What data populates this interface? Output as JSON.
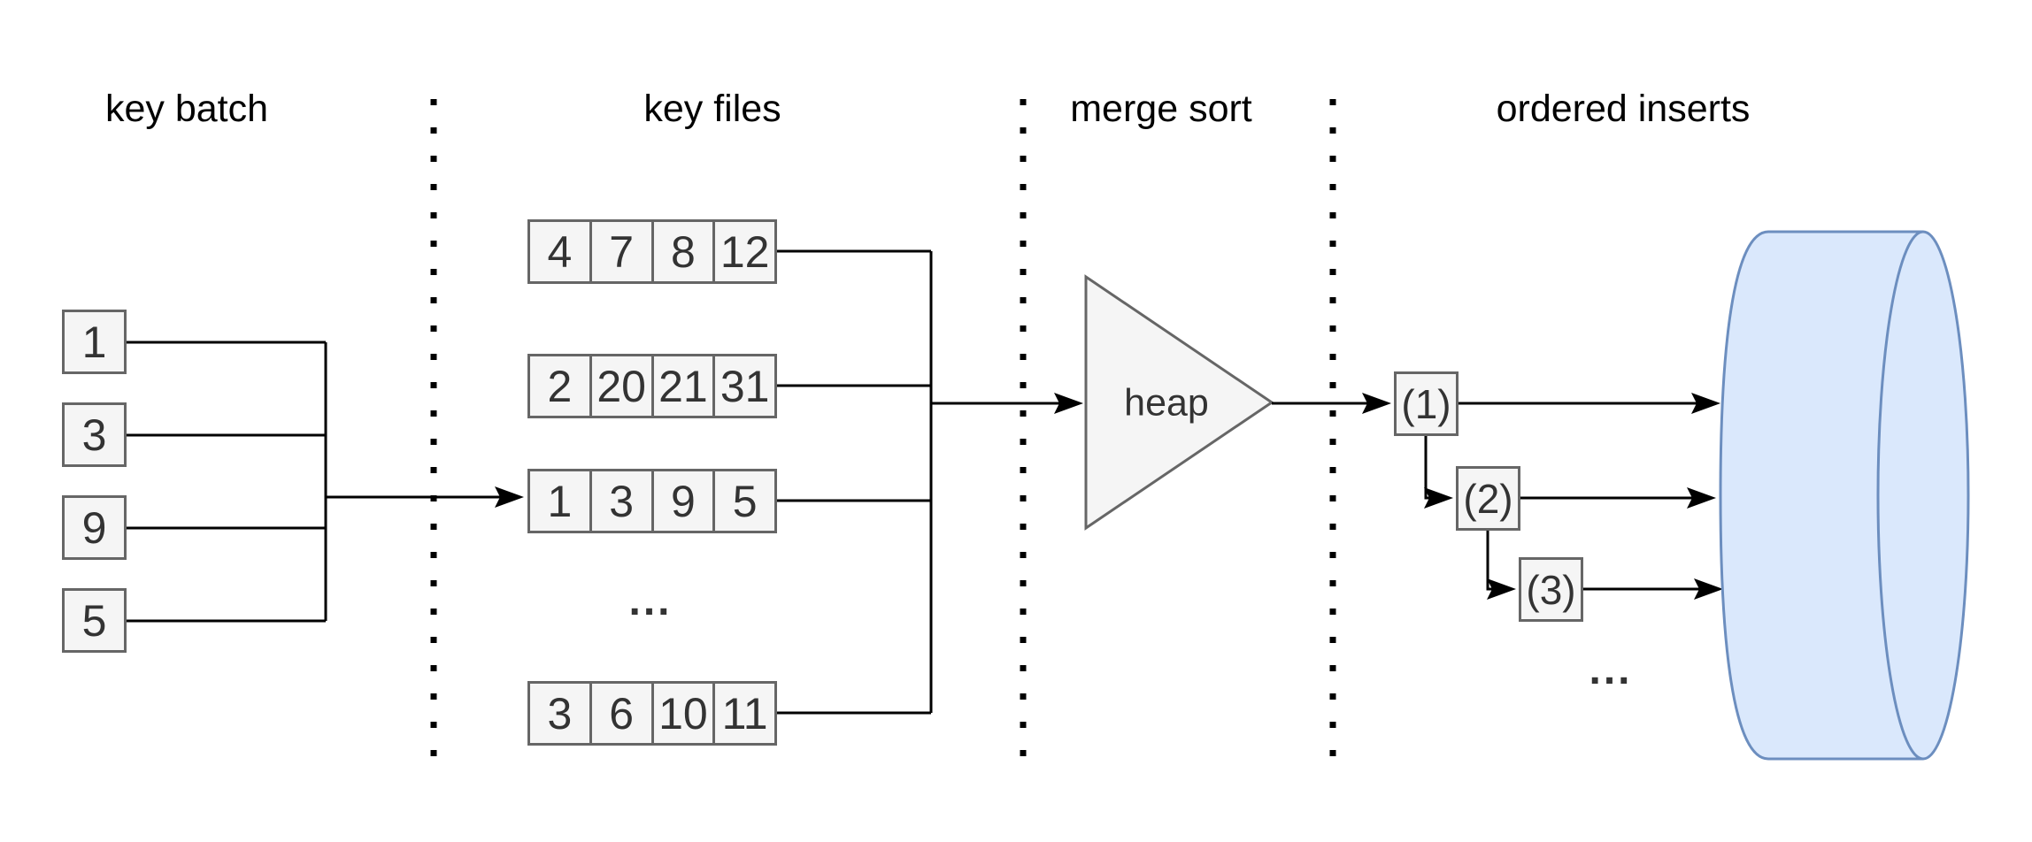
{
  "sections": [
    {
      "label": "key batch"
    },
    {
      "label": "key files"
    },
    {
      "label": "merge sort"
    },
    {
      "label": "ordered inserts"
    }
  ],
  "key_batch": {
    "keys": [
      "1",
      "3",
      "9",
      "5"
    ]
  },
  "key_files": {
    "rows": [
      [
        "4",
        "7",
        "8",
        "12"
      ],
      [
        "2",
        "20",
        "21",
        "31"
      ],
      [
        "1",
        "3",
        "9",
        "5"
      ],
      [
        "3",
        "6",
        "10",
        "11"
      ]
    ],
    "more_indicator": "..."
  },
  "merge_sort": {
    "node_label": "heap"
  },
  "ordered_inserts": {
    "steps": [
      "(1)",
      "(2)",
      "(3)"
    ],
    "more_indicator": "..."
  },
  "colors": {
    "line": "#000000",
    "box_fill": "#f5f5f5",
    "box_stroke": "#666666",
    "box_text": "#333333",
    "shape_fill": "#f5f5f5",
    "shape_stroke": "#666666",
    "cylinder_fill": "#dae8fc",
    "cylinder_stroke": "#6c8ebf"
  }
}
